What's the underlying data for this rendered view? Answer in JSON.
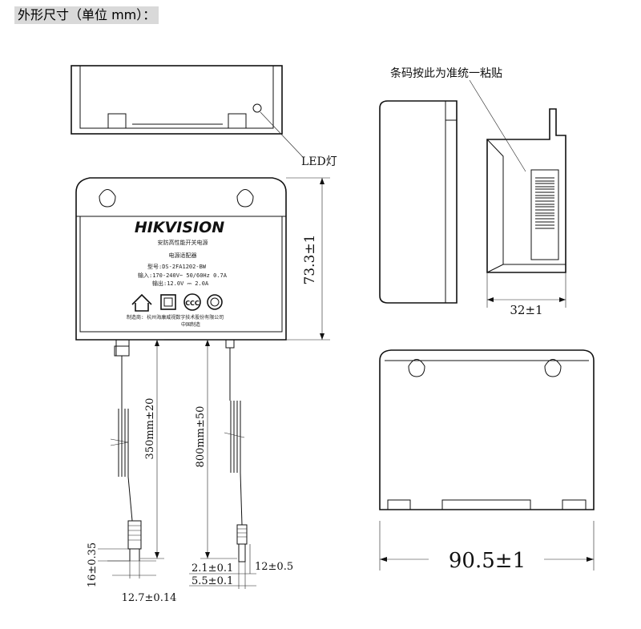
{
  "header": {
    "title": "外形尺寸（单位 mm）："
  },
  "labels": {
    "led": "LED灯",
    "barcode_note": "条码按此为准统一粘贴"
  },
  "product": {
    "brand": "HIKVISION",
    "line1": "安防高性能开关电源",
    "line2": "电源适配器",
    "model": "型号:DS-2FA1202-BW",
    "input": "输入:170-240V~ 50/60Hz 0.7A",
    "output": "输出:12.0V ⎓ 2.0A",
    "maker": "制造商: 杭州海康威视数字技术股份有限公司",
    "origin": "中国制造"
  },
  "dimensions": {
    "height": "73.3±1",
    "depth": "32±1",
    "width": "90.5±1",
    "cable_left": "350mm±20",
    "cable_right": "800mm±50",
    "plug_len": "16±0.35",
    "plug_width": "12.7±0.14",
    "dc_d1": "2.1±0.1",
    "dc_d2": "5.5±0.1",
    "dc_len": "12±0.5"
  }
}
